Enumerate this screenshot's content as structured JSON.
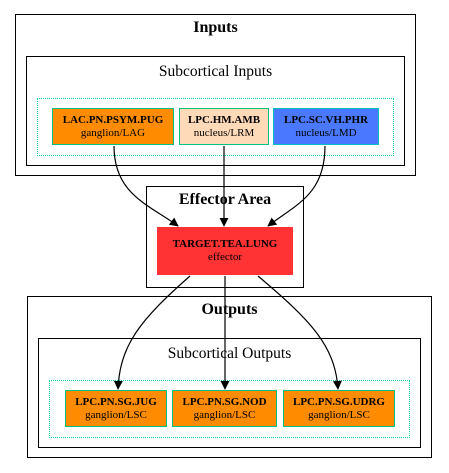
{
  "inputs": {
    "title": "Inputs",
    "subgroup_title": "Subcortical Inputs",
    "nodes": [
      {
        "name": "LAC.PN.PSYM.PUG",
        "type": "ganglion/LAG",
        "fill": "#ff8c00",
        "border": "#00c080"
      },
      {
        "name": "LPC.HM.AMB",
        "type": "nucleus/LRM",
        "fill": "#ffdab9",
        "border": "#00c080"
      },
      {
        "name": "LPC.SC.VH.PHR",
        "type": "nucleus/LMD",
        "fill": "#4a78ff",
        "border": "#00c0c0"
      }
    ]
  },
  "effector": {
    "title": "Effector Area",
    "node": {
      "name": "TARGET.TEA.LUNG",
      "type": "effector",
      "fill": "#ff3333",
      "border": "#ff3333"
    }
  },
  "outputs": {
    "title": "Outputs",
    "subgroup_title": "Subcortical Outputs",
    "nodes": [
      {
        "name": "LPC.PN.SG.JUG",
        "type": "ganglion/LSC",
        "fill": "#ff8c00",
        "border": "#00c080"
      },
      {
        "name": "LPC.PN.SG.NOD",
        "type": "ganglion/LSC",
        "fill": "#ff8c00",
        "border": "#00c080"
      },
      {
        "name": "LPC.PN.SG.UDRG",
        "type": "ganglion/LSC",
        "fill": "#ff8c00",
        "border": "#00c080"
      }
    ]
  },
  "edges": [
    {
      "from": "LAC.PN.PSYM.PUG",
      "to": "TARGET.TEA.LUNG"
    },
    {
      "from": "LPC.HM.AMB",
      "to": "TARGET.TEA.LUNG"
    },
    {
      "from": "LPC.SC.VH.PHR",
      "to": "TARGET.TEA.LUNG"
    },
    {
      "from": "TARGET.TEA.LUNG",
      "to": "LPC.PN.SG.JUG"
    },
    {
      "from": "TARGET.TEA.LUNG",
      "to": "LPC.PN.SG.NOD"
    },
    {
      "from": "TARGET.TEA.LUNG",
      "to": "LPC.PN.SG.UDRG"
    }
  ]
}
